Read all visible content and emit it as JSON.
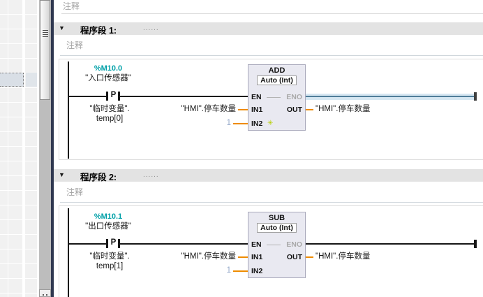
{
  "icons": {
    "collapse": "▼",
    "grip": "≡",
    "star": "✳"
  },
  "editor": {
    "block_comment_placeholder": "注释",
    "networks": [
      {
        "title": "程序段 1:",
        "dots": "......",
        "comment_placeholder": "注释",
        "contact": {
          "address": "%M10.0",
          "tag": "\"入口传感器\"",
          "p": "P",
          "operand_line1": "\"临时变量\".",
          "operand_line2": "temp[0]"
        },
        "box": {
          "name": "ADD",
          "mode": "Auto (Int)",
          "en": "EN",
          "eno": "ENO",
          "in1": "IN1",
          "in2": "IN2",
          "out": "OUT",
          "in1_operand": "\"HMI\".停车数量",
          "in2_operand": "1",
          "out_operand": "\"HMI\".停车数量",
          "star": "✳"
        }
      },
      {
        "title": "程序段 2:",
        "dots": "......",
        "comment_placeholder": "注释",
        "contact": {
          "address": "%M10.1",
          "tag": "\"出口传感器\"",
          "p": "P",
          "operand_line1": "\"临时变量\".",
          "operand_line2": "temp[1]"
        },
        "box": {
          "name": "SUB",
          "mode": "Auto (Int)",
          "en": "EN",
          "eno": "ENO",
          "in1": "IN1",
          "in2": "IN2",
          "out": "OUT",
          "in1_operand": "\"HMI\".停车数量",
          "in2_operand": "1",
          "out_operand": "\"HMI\".停车数量"
        }
      }
    ]
  },
  "colors": {
    "address_teal": "#00a0a8",
    "constant_blue": "#93a7c9",
    "wire_orange": "#ee8b00",
    "selected_wire_core": "#4f7d99",
    "selected_wire_glow": "#d6e7f2",
    "block_fill": "#e9e9f1",
    "block_border": "#a9a9bb",
    "star_green": "#b6cf00",
    "header_gray": "#e3e3e3",
    "panel_divider_navy": "#2f3850"
  }
}
